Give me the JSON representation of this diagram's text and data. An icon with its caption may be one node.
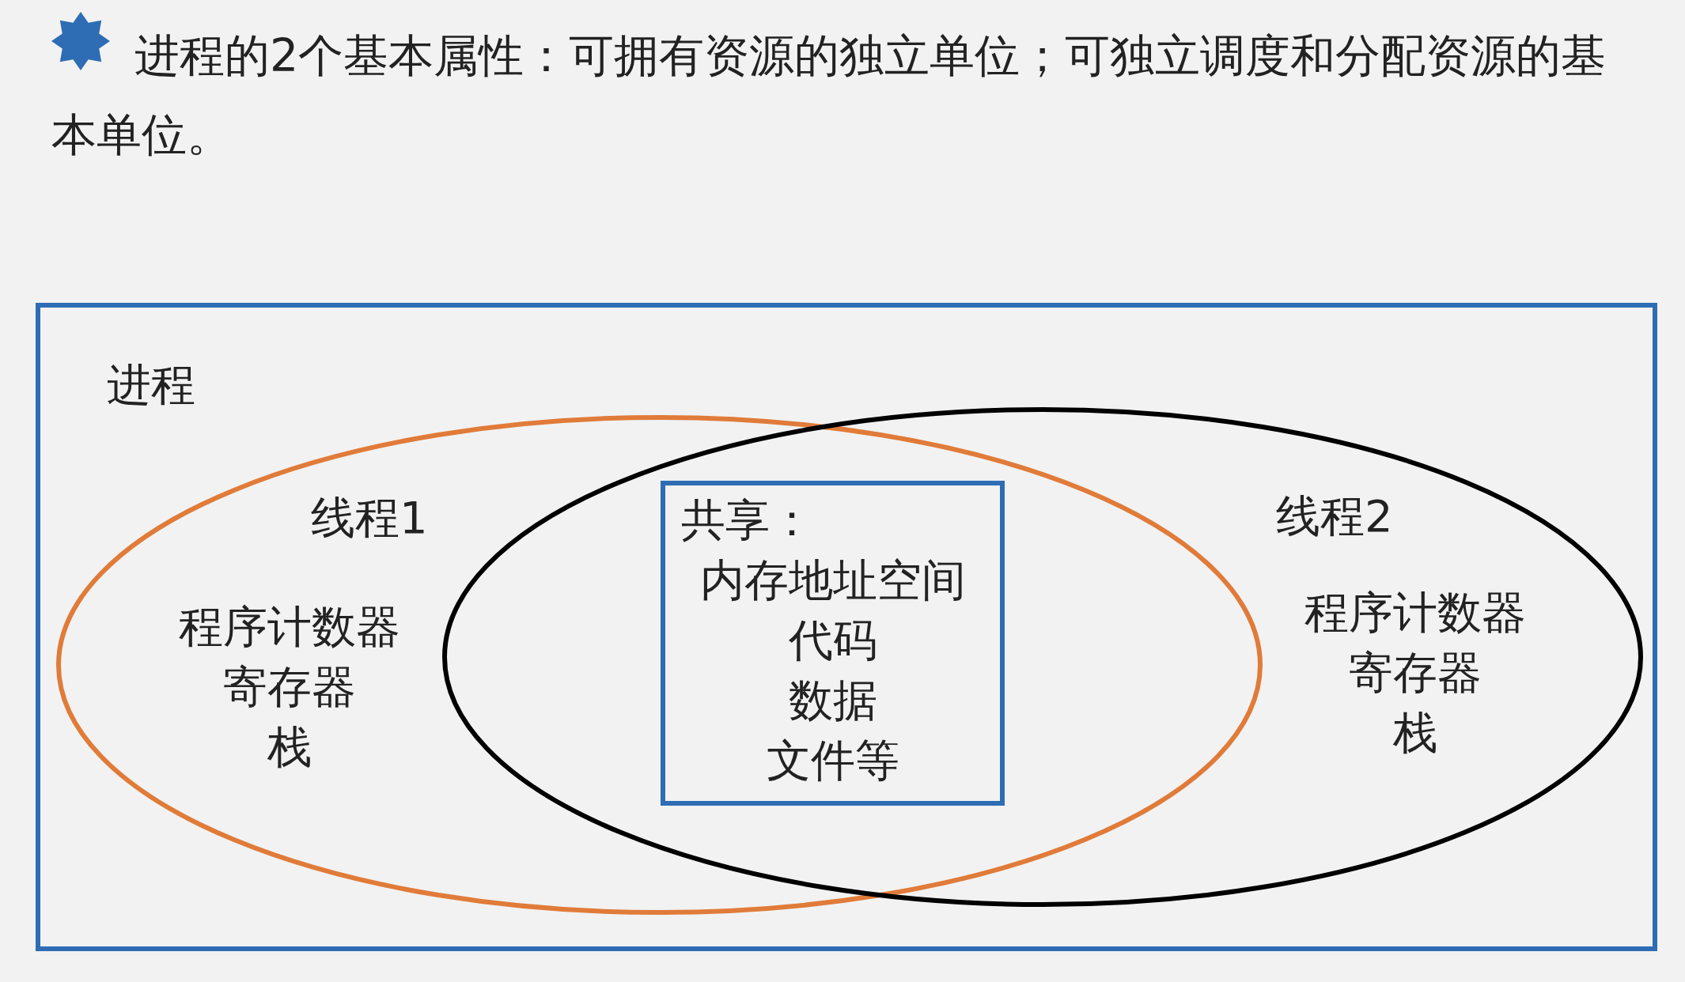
{
  "diagram": {
    "title": "进程的2个基本属性：可拥有资源的独立单位；可独立调度和分配资源的基本单位。",
    "nodes": [
      {
        "text": [
          "进程"
        ]
      },
      {
        "text": [
          "线程1",
          "程序计数器",
          "寄存器",
          "栈"
        ],
        "in": 0
      },
      {
        "text": [
          "线程2",
          "程序计数器",
          "寄存器",
          "栈"
        ],
        "in": 0
      },
      {
        "text": [
          "共享：",
          "内存地址空间",
          "代码",
          "数据",
          "文件等"
        ]
      }
    ],
    "edges": []
  }
}
